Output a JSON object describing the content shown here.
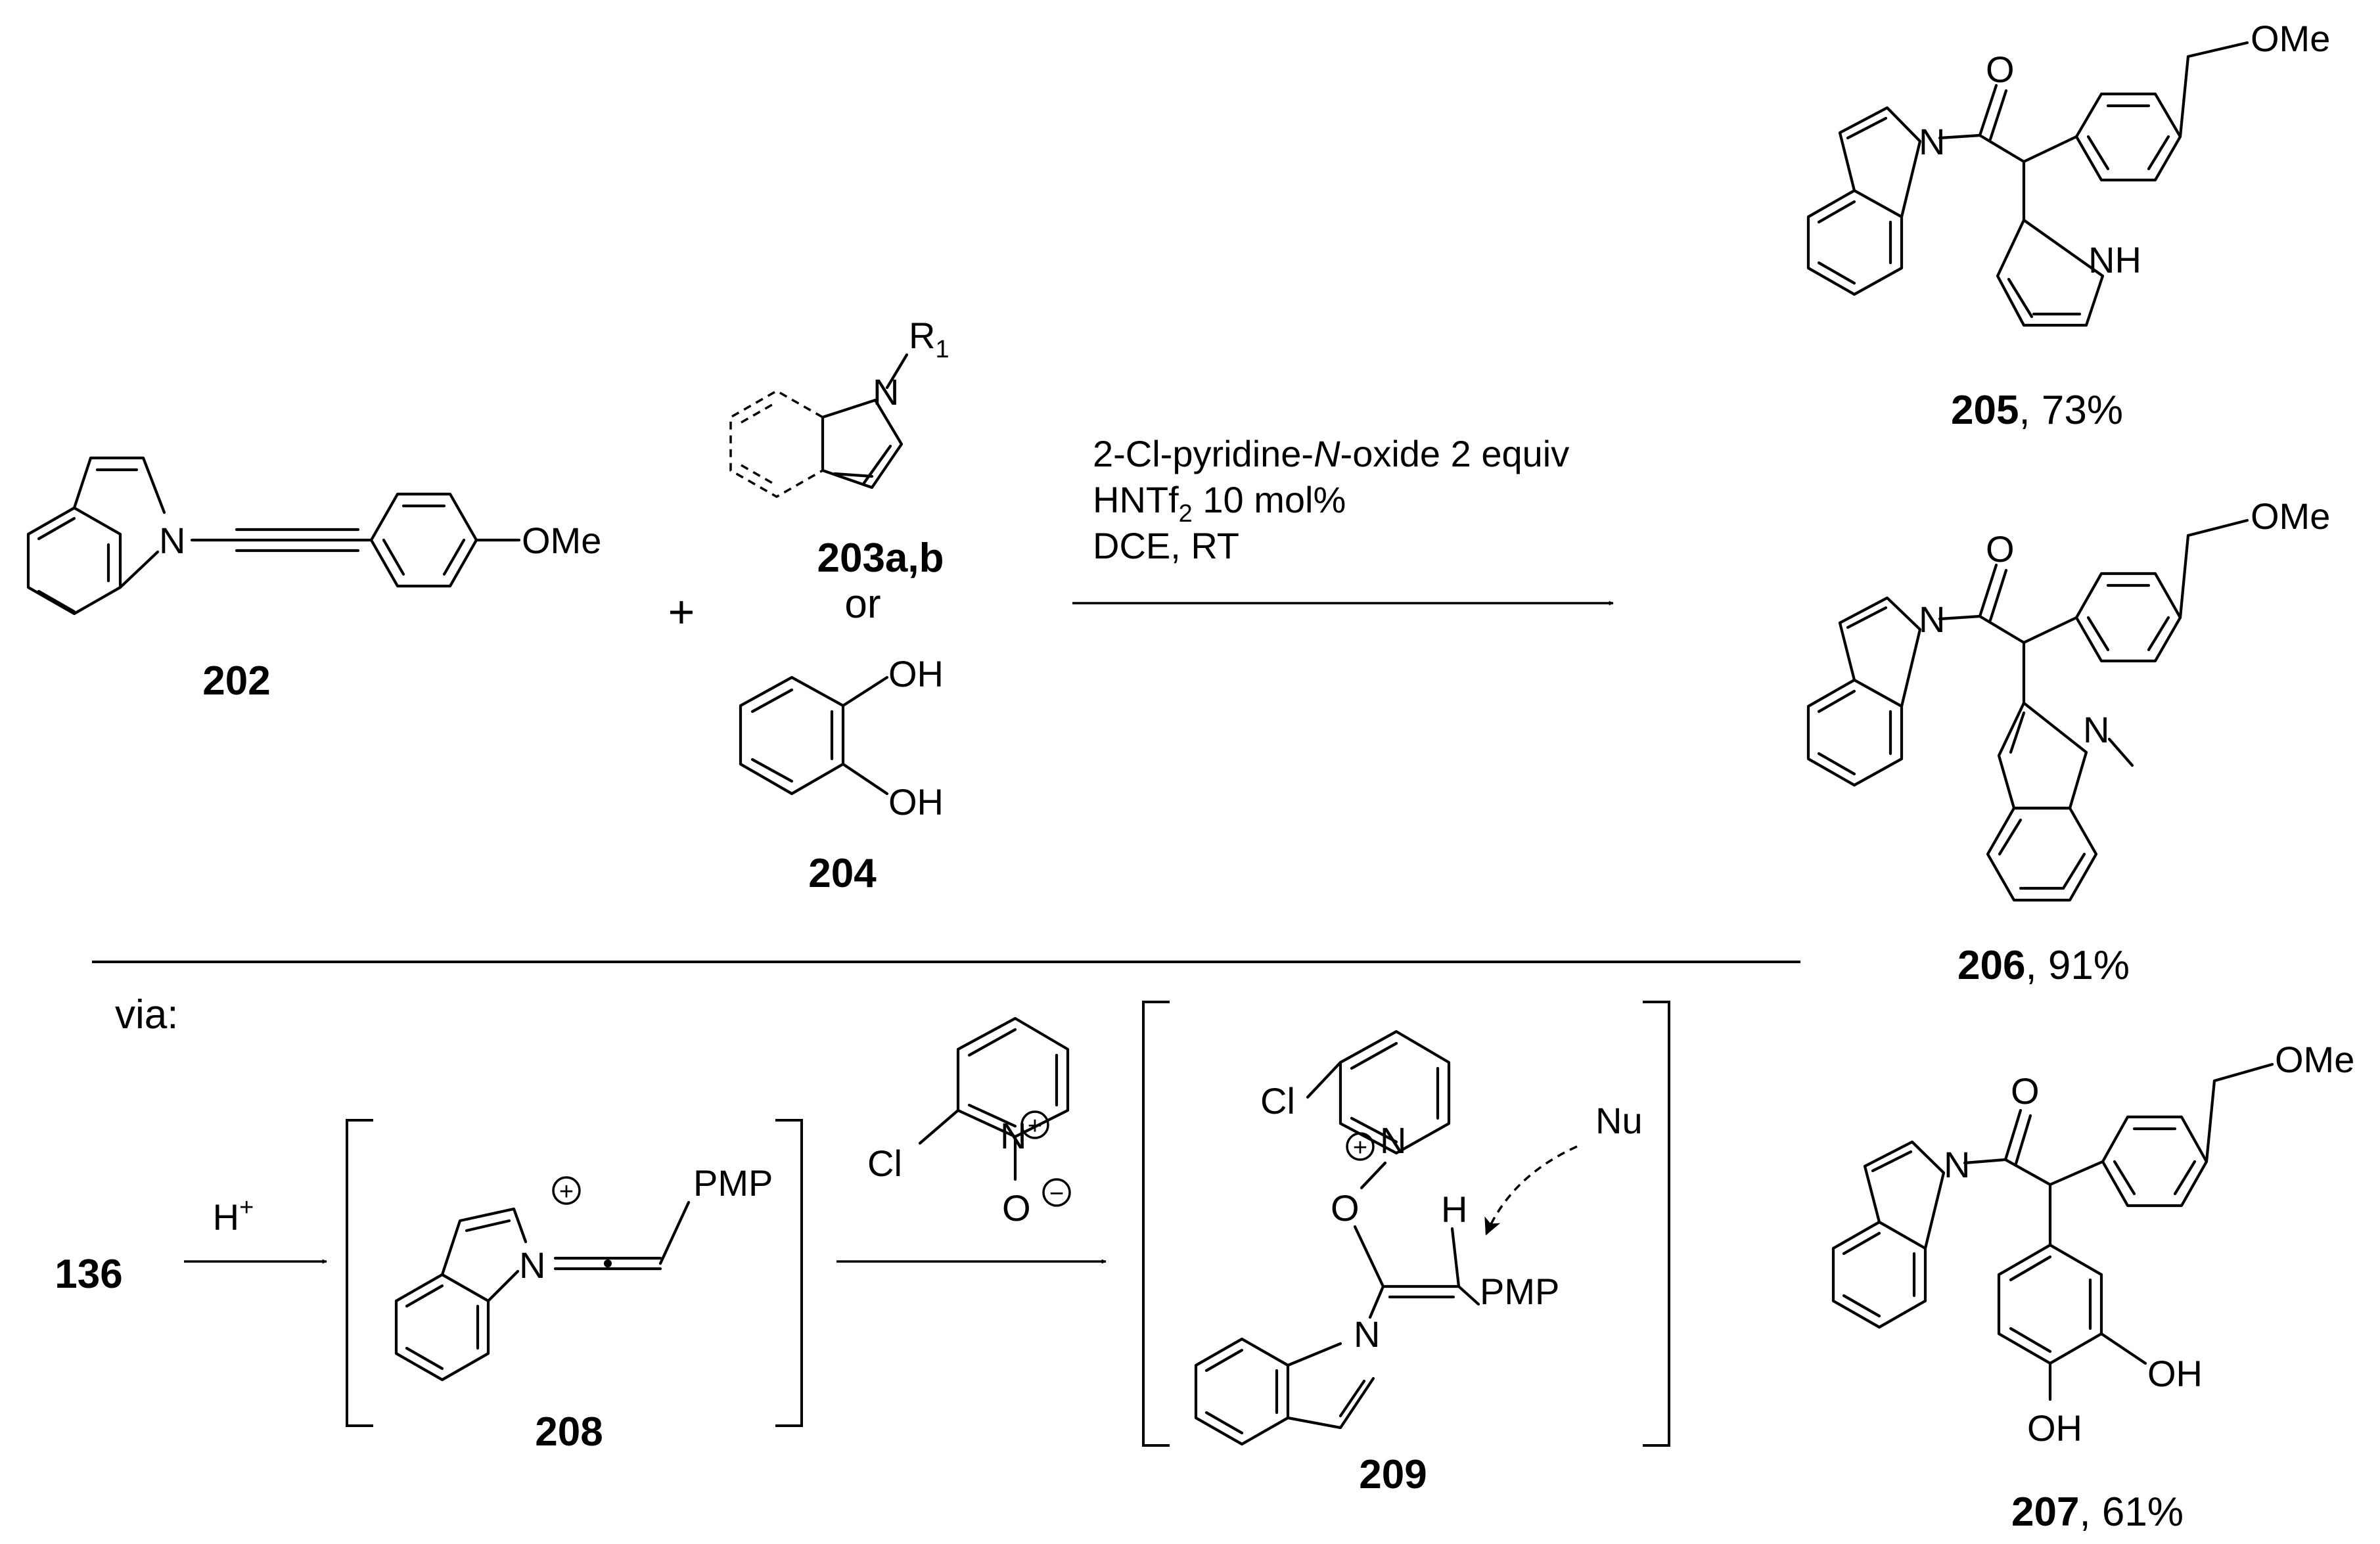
{
  "compounds": {
    "c202": {
      "label": "202"
    },
    "c203": {
      "label": "203a,b"
    },
    "c204": {
      "label": "204"
    },
    "c205": {
      "label": "205",
      "yield": ", 73%"
    },
    "c206": {
      "label": "206",
      "yield": ", 91%"
    },
    "c207": {
      "label": "207",
      "yield": ", 61%"
    },
    "c136": {
      "label": "136"
    },
    "c208": {
      "label": "208"
    },
    "c209": {
      "label": "209"
    }
  },
  "text": {
    "plus": "+",
    "or": "or",
    "via": "via:"
  },
  "conditions": {
    "line1_a": "2-Cl-pyridine-",
    "line1_n": "N",
    "line1_b": "-oxide 2 equiv",
    "line2_a": "HNTf",
    "line2_sub": "2",
    "line2_b": " 10 mol%",
    "line3": "DCE, RT",
    "acid": "H",
    "acid_sup": "+"
  },
  "atoms": {
    "N": "N",
    "NH": "NH",
    "O": "O",
    "OMe": "OMe",
    "OH": "OH",
    "Cl": "Cl",
    "R": "R",
    "R_sub": "1",
    "H": "H",
    "PMP": "PMP",
    "Nu": "Nu",
    "plus_charge": "+",
    "minus_charge": "−"
  }
}
